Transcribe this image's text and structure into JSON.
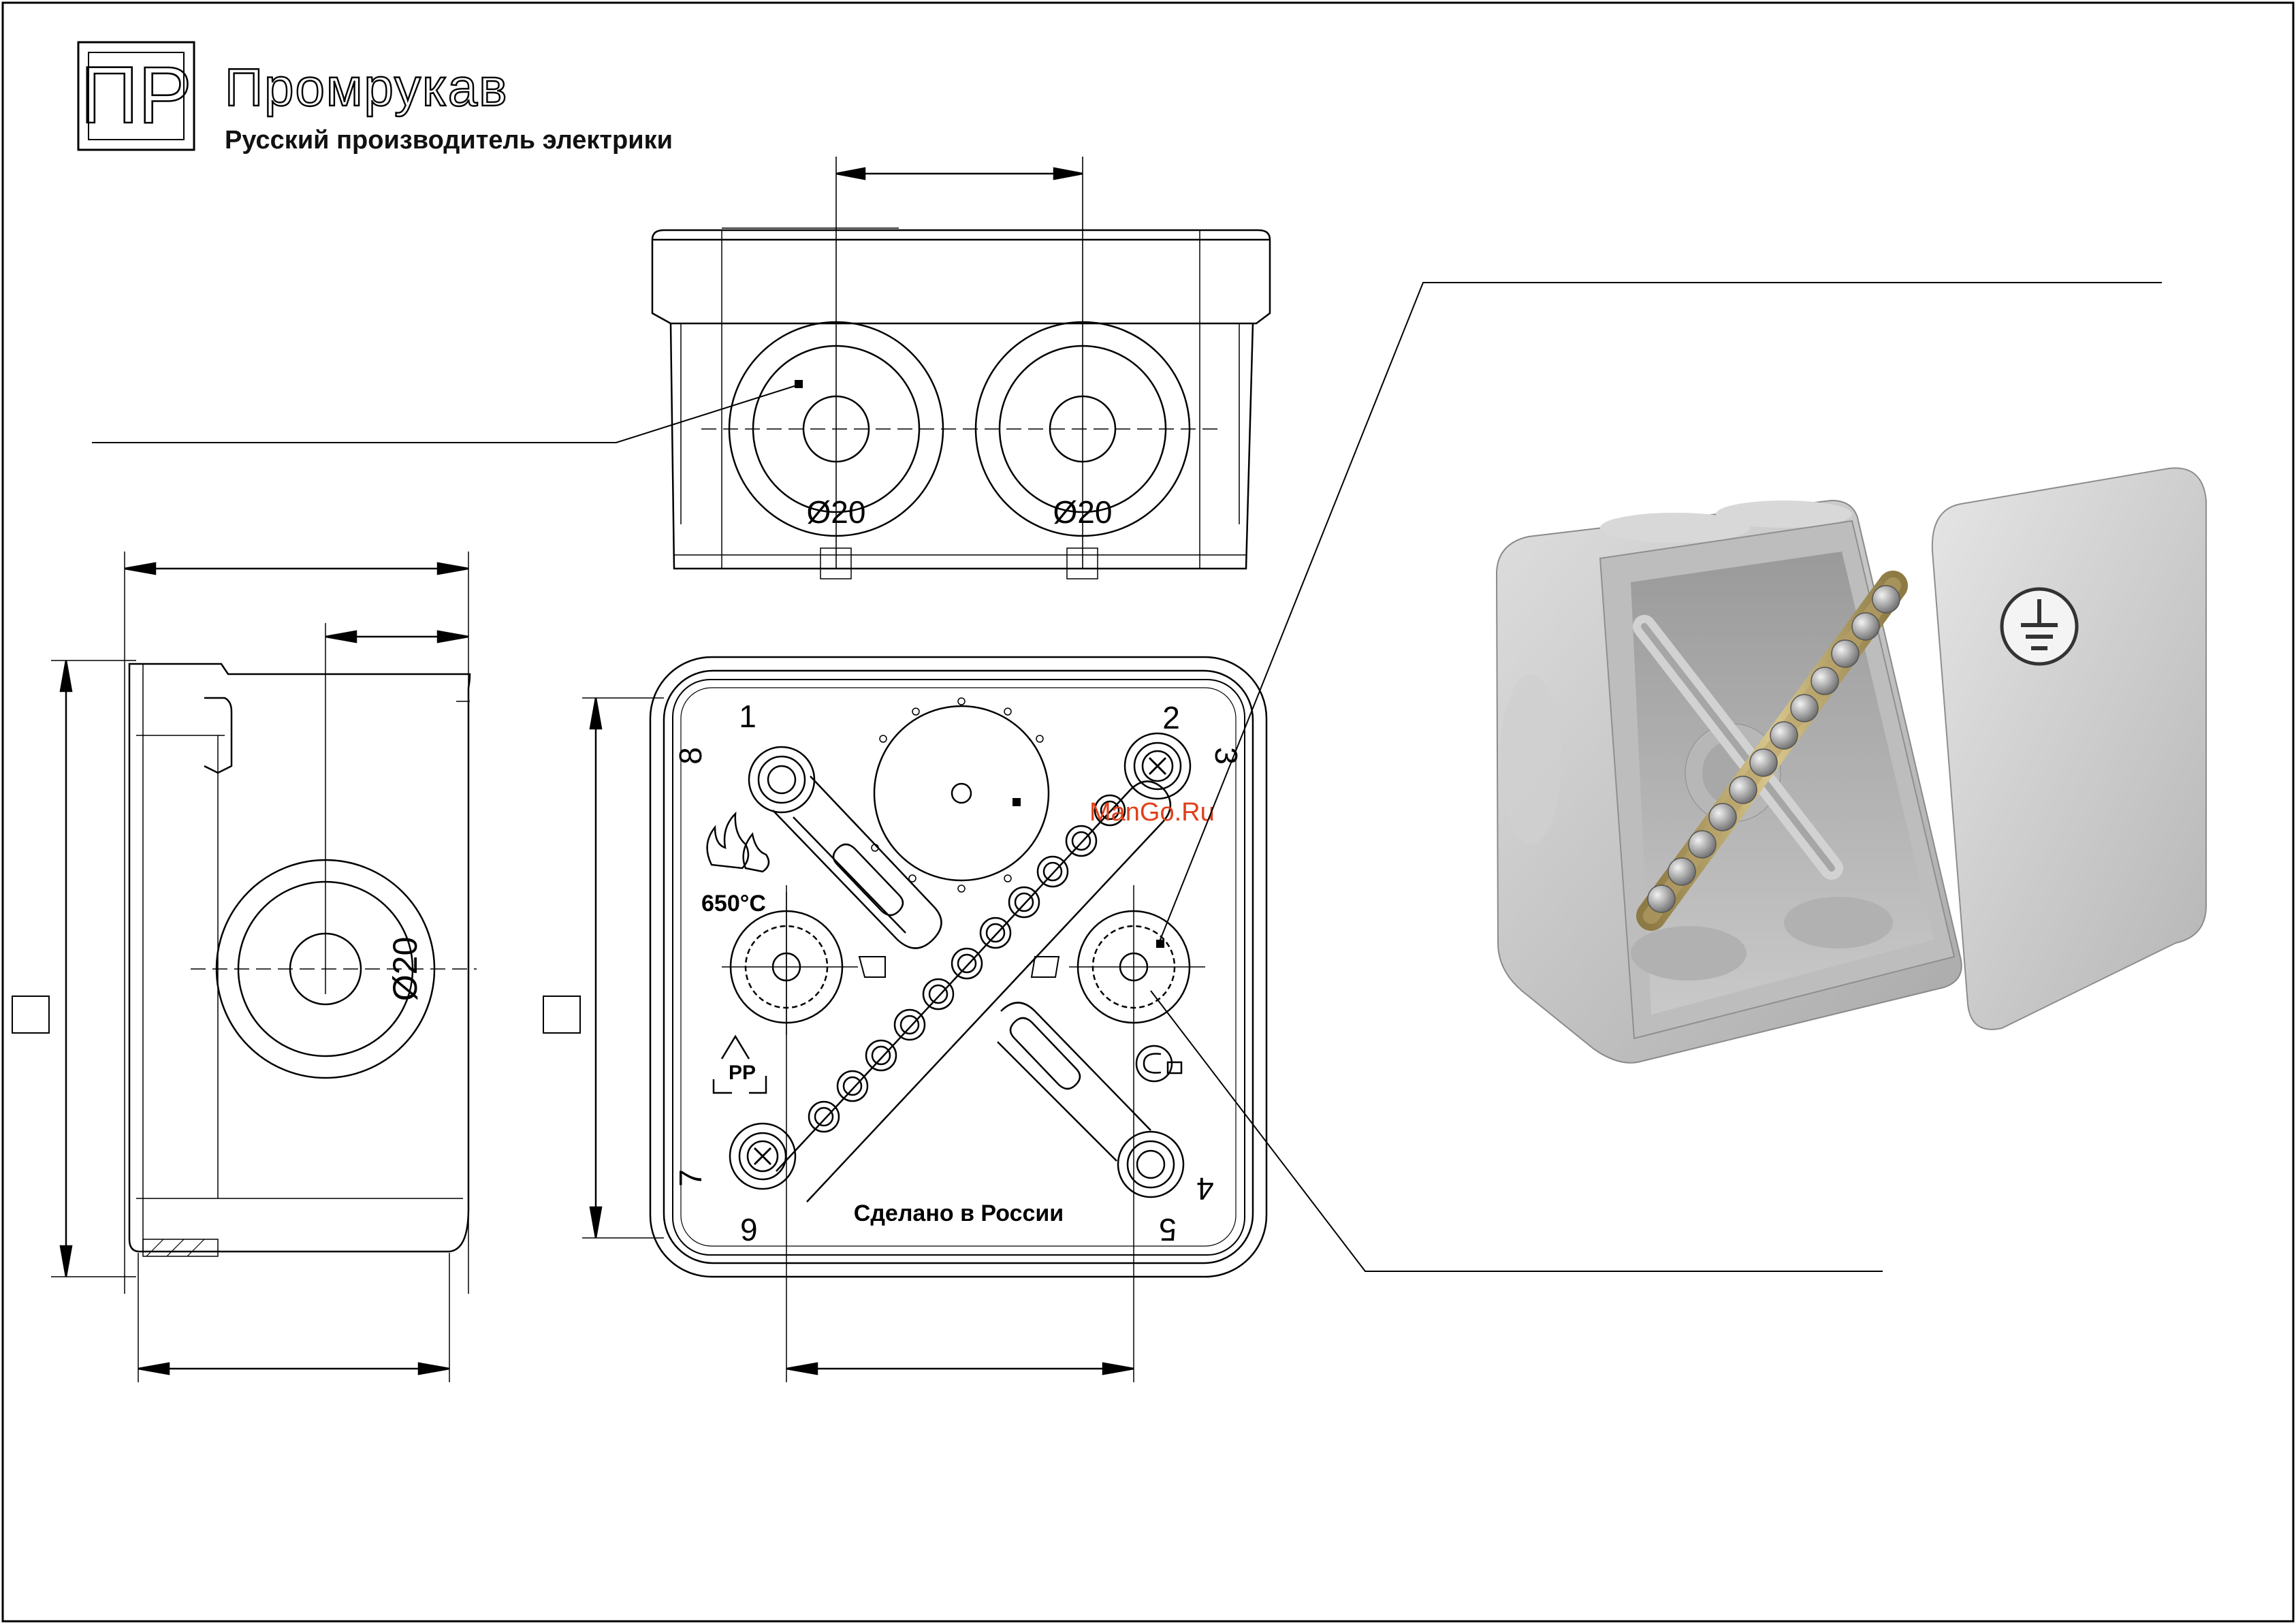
{
  "brand": {
    "logo_letters": "ПР",
    "name": "Промрукав",
    "tagline": "Русский производитель электрики"
  },
  "drawing": {
    "knockout_labels": [
      "Ø20",
      "Ø20",
      "Ø20"
    ],
    "terminal_numbers": [
      "1",
      "2",
      "3",
      "4",
      "5",
      "6",
      "7",
      "8"
    ],
    "fire_rating": "650°С",
    "made_in": "Сделано в России",
    "recycling_mark": "PP",
    "watermark": "ManGo.Ru"
  },
  "icons": [
    "company-logo-icon",
    "fire-resistance-icon",
    "recycling-icon",
    "certification-icon",
    "ground-symbol-icon",
    "screw-terminal-icon"
  ],
  "colors": {
    "line": "#000000",
    "watermark": "#e0401a",
    "housing": "#c8c8c8",
    "brass": "#b8a26a"
  }
}
